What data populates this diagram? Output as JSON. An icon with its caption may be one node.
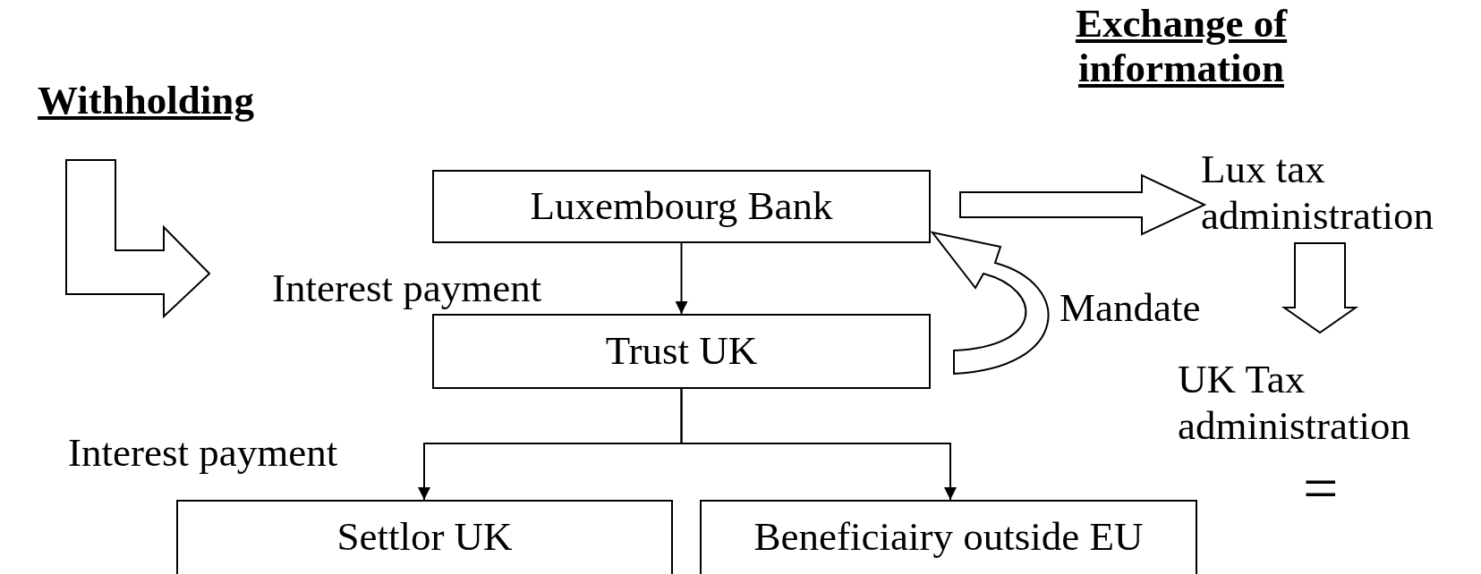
{
  "diagram": {
    "nodes": [
      {
        "text": [
          "Luxembourg Bank"
        ]
      },
      {
        "text": [
          "Trust UK"
        ]
      },
      {
        "text": [
          "Settlor UK"
        ]
      },
      {
        "text": [
          "Beneficiairy outside EU"
        ]
      },
      {
        "text": [
          "Lux tax administration"
        ]
      },
      {
        "text": [
          "UK Tax administration"
        ]
      }
    ],
    "edges": [
      {
        "from": 0,
        "to": 1,
        "arrow": "to",
        "label": "Interest payment"
      },
      {
        "from": 1,
        "to": 2,
        "arrow": "to",
        "label": "Interest payment"
      },
      {
        "from": 1,
        "to": 3,
        "arrow": "to"
      },
      {
        "from": 0,
        "to": 4,
        "arrow": "to",
        "style": "thick"
      },
      {
        "from": 4,
        "to": 5,
        "arrow": "to",
        "style": "thick"
      },
      {
        "from": 1,
        "to": 0,
        "arrow": "to",
        "style": "thick",
        "label": "Mandate"
      }
    ],
    "labels": [
      "Withholding",
      "Exchange of information",
      "="
    ]
  }
}
